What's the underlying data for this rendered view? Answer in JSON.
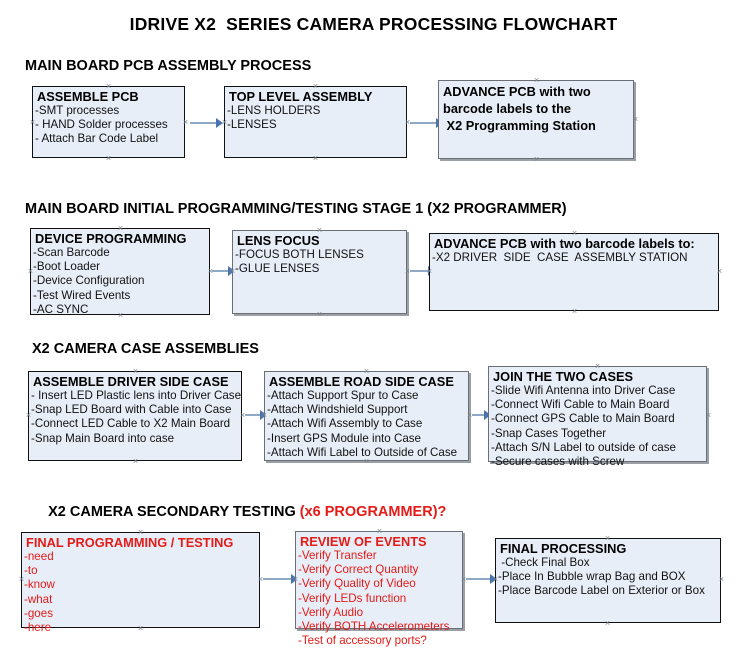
{
  "title": "IDRIVE X2  SERIES CAMERA PROCESSING FLOWCHART",
  "colors": {
    "box_fill": "#e8eef8",
    "box_border": "#111111",
    "box_border_shadow": "#6a6f75",
    "connector": "#8ea9c6",
    "arrowhead": "#4a74b0",
    "red_accent": "#e41b17",
    "text": "#000000",
    "background": "#ffffff"
  },
  "sections": [
    {
      "heading": "MAIN BOARD PCB ASSEMBLY PROCESS",
      "heading_red": "",
      "boxes": [
        {
          "header": "ASSEMBLE PCB",
          "items": [
            "-SMT processes",
            "- HAND Solder processes",
            "- Attach Bar Code Label"
          ]
        },
        {
          "header": "TOP LEVEL ASSEMBLY",
          "items": [
            "-LENS HOLDERS",
            "-LENSES"
          ]
        },
        {
          "header": "ADVANCE PCB with two\nbarcode labels to the\n X2 Programming Station",
          "items": []
        }
      ]
    },
    {
      "heading": "MAIN BOARD INITIAL PROGRAMMING/TESTING STAGE 1 (X2 PROGRAMMER)",
      "heading_red": "",
      "boxes": [
        {
          "header": "DEVICE PROGRAMMING",
          "items": [
            "-Scan Barcode",
            "-Boot Loader",
            "-Device Configuration",
            "-Test Wired Events",
            "-AC SYNC"
          ]
        },
        {
          "header": "LENS FOCUS",
          "items": [
            "-FOCUS BOTH LENSES",
            "-GLUE LENSES"
          ]
        },
        {
          "header": "ADVANCE PCB with two barcode labels to:",
          "items": [
            "-X2 DRIVER  SIDE  CASE  ASSEMBLY STATION"
          ]
        }
      ]
    },
    {
      "heading": "X2 CAMERA CASE ASSEMBLIES",
      "heading_red": "",
      "boxes": [
        {
          "header": "ASSEMBLE DRIVER SIDE CASE",
          "items": [
            "- Insert LED Plastic lens into Driver Case",
            "-Snap LED Board with Cable into Case",
            "-Connect LED Cable to X2 Main Board",
            "-Snap Main Board into case"
          ]
        },
        {
          "header": "ASSEMBLE ROAD SIDE CASE",
          "items": [
            "-Attach Support Spur to Case",
            "-Attach Windshield Support",
            "-Attach Wifi Assembly to Case",
            "-Insert GPS Module into Case",
            "-Attach Wifi Label to Outside of Case"
          ]
        },
        {
          "header": "JOIN THE TWO CASES",
          "items": [
            "-Slide Wifi Antenna into Driver Case",
            "-Connect Wifi Cable to Main Board",
            "-Connect GPS Cable to Main Board",
            "-Snap Cases Together",
            "-Attach S/N Label to outside of case",
            "-Secure cases with Screw"
          ]
        }
      ]
    },
    {
      "heading": "X2 CAMERA SECONDARY TESTING ",
      "heading_red": "(x6 PROGRAMMER)?",
      "boxes": [
        {
          "header": "FINAL PROGRAMMING / TESTING",
          "items": [
            "-need",
            "-to",
            "-know",
            "-what",
            "-goes",
            "-here"
          ]
        },
        {
          "header": "REVIEW OF EVENTS",
          "items": [
            "-Verify Transfer",
            "-Verify Correct Quantity",
            "-Verify Quality of Video",
            "-Verify LEDs function",
            "-Verify Audio",
            "-Verify BOTH Accelerometers",
            "-Test of accessory ports?"
          ]
        },
        {
          "header": "FINAL PROCESSING",
          "items": [
            " -Check Final Box",
            "-Place In Bubble wrap Bag and BOX",
            "-Place Barcode Label on Exterior or Box"
          ]
        }
      ]
    }
  ]
}
